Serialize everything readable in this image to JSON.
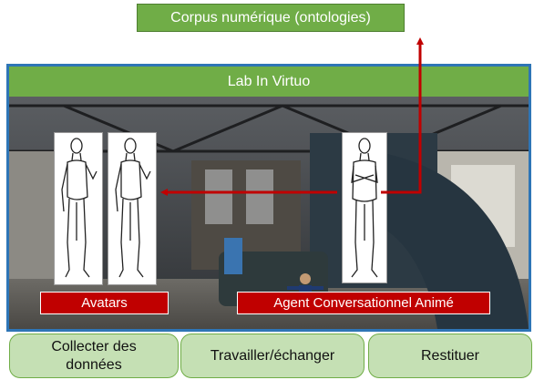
{
  "corpus": {
    "label": "Corpus numérique (ontologies)"
  },
  "lab": {
    "title": "Lab In Virtuo"
  },
  "labels": {
    "avatars": "Avatars",
    "agent": "Agent Conversationnel Animé"
  },
  "buttons": {
    "collect": "Collecter des données",
    "work": "Travailler/échanger",
    "restore": "Restituer"
  },
  "colors": {
    "green": "#70ad47",
    "light_green": "#c5e0b4",
    "red": "#c00000",
    "blue_border": "#2e75b6"
  },
  "icons": [
    "human-figure-sketch",
    "crossed-arms-figure-sketch",
    "arrow-up",
    "arrow-left"
  ]
}
